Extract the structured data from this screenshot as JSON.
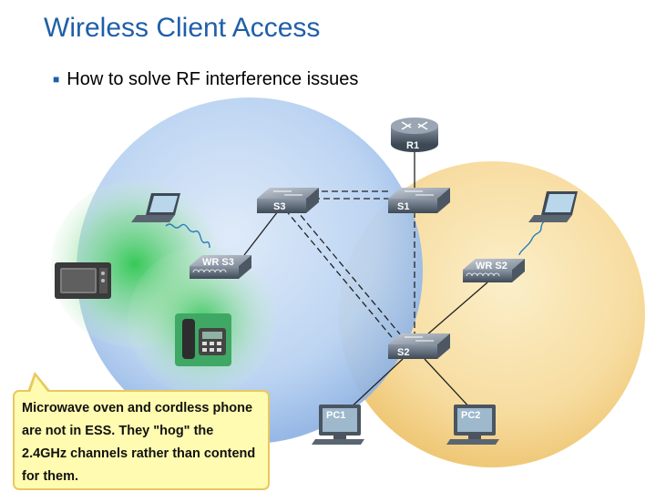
{
  "header": {
    "title": "Wireless Client Access",
    "bullet": "How to solve RF interference issues"
  },
  "devices": {
    "r1": "R1",
    "s1": "S1",
    "s2": "S2",
    "s3": "S3",
    "wr_s3": "WR S3",
    "wr_s2": "WR S2",
    "pc1": "PC1",
    "pc2": "PC2"
  },
  "callout": {
    "text": "Microwave oven and cordless phone are not in ESS. They \"hog\" the 2.4GHz channels rather than contend for them."
  },
  "colors": {
    "title": "#1f5fa8",
    "ess_left": "#a9c8ee",
    "ess_right": "#f5d590",
    "interference": "#3bcc5a",
    "callout_bg": "#fffbb0"
  }
}
